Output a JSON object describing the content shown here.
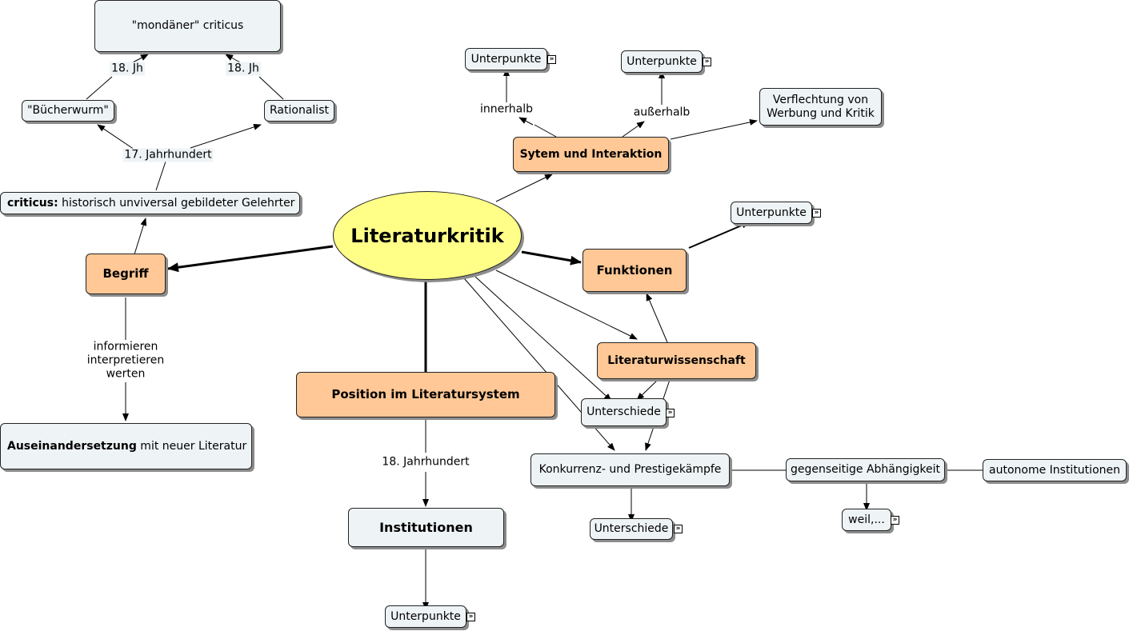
{
  "nodes": {
    "root": "Literaturkritik",
    "begriff": "Begriff",
    "funktionen": "Funktionen",
    "position": "Position im Literatursystem",
    "system": "Sytem und Interaktion",
    "litwiss": "Literaturwissenschaft",
    "criticus_bold": "criticus:",
    "criticus_rest": " historisch unviversal gebildeter Gelehrter",
    "mondaen": "\"mondäner\" criticus",
    "buecherwurm": "\"Bücherwurm\"",
    "rationalist": "Rationalist",
    "auseinander_bold": "Auseinandersetzung",
    "auseinander_rest": " mit neuer Literatur",
    "institutionen": "Institutionen",
    "unterpunkte": "Unterpunkte",
    "verflechtung_l1": "Verflechtung von",
    "verflechtung_l2": "Werbung und Kritik",
    "unterschiede": "Unterschiede",
    "konkurrenz": "Konkurrenz- und Prestigekämpfe",
    "abhaengigkeit": "gegenseitige Abhängigkeit",
    "autonome": "autonome Institutionen",
    "weil": "weil,..."
  },
  "labels": {
    "jh18": "18. Jh",
    "jh17": "17. Jahrhundert",
    "informieren": "informieren",
    "interpretieren": "interpretieren",
    "werten": "werten",
    "jahrhundert18": "18. Jahrhundert",
    "innerhalb": "innerhalb",
    "ausserhalb": "außerhalb"
  },
  "colors": {
    "concept_primary": "#ffc896",
    "concept_secondary": "#eef3f5",
    "root": "#ffff88"
  },
  "icons": {
    "submap": "double-chevron-icon"
  }
}
